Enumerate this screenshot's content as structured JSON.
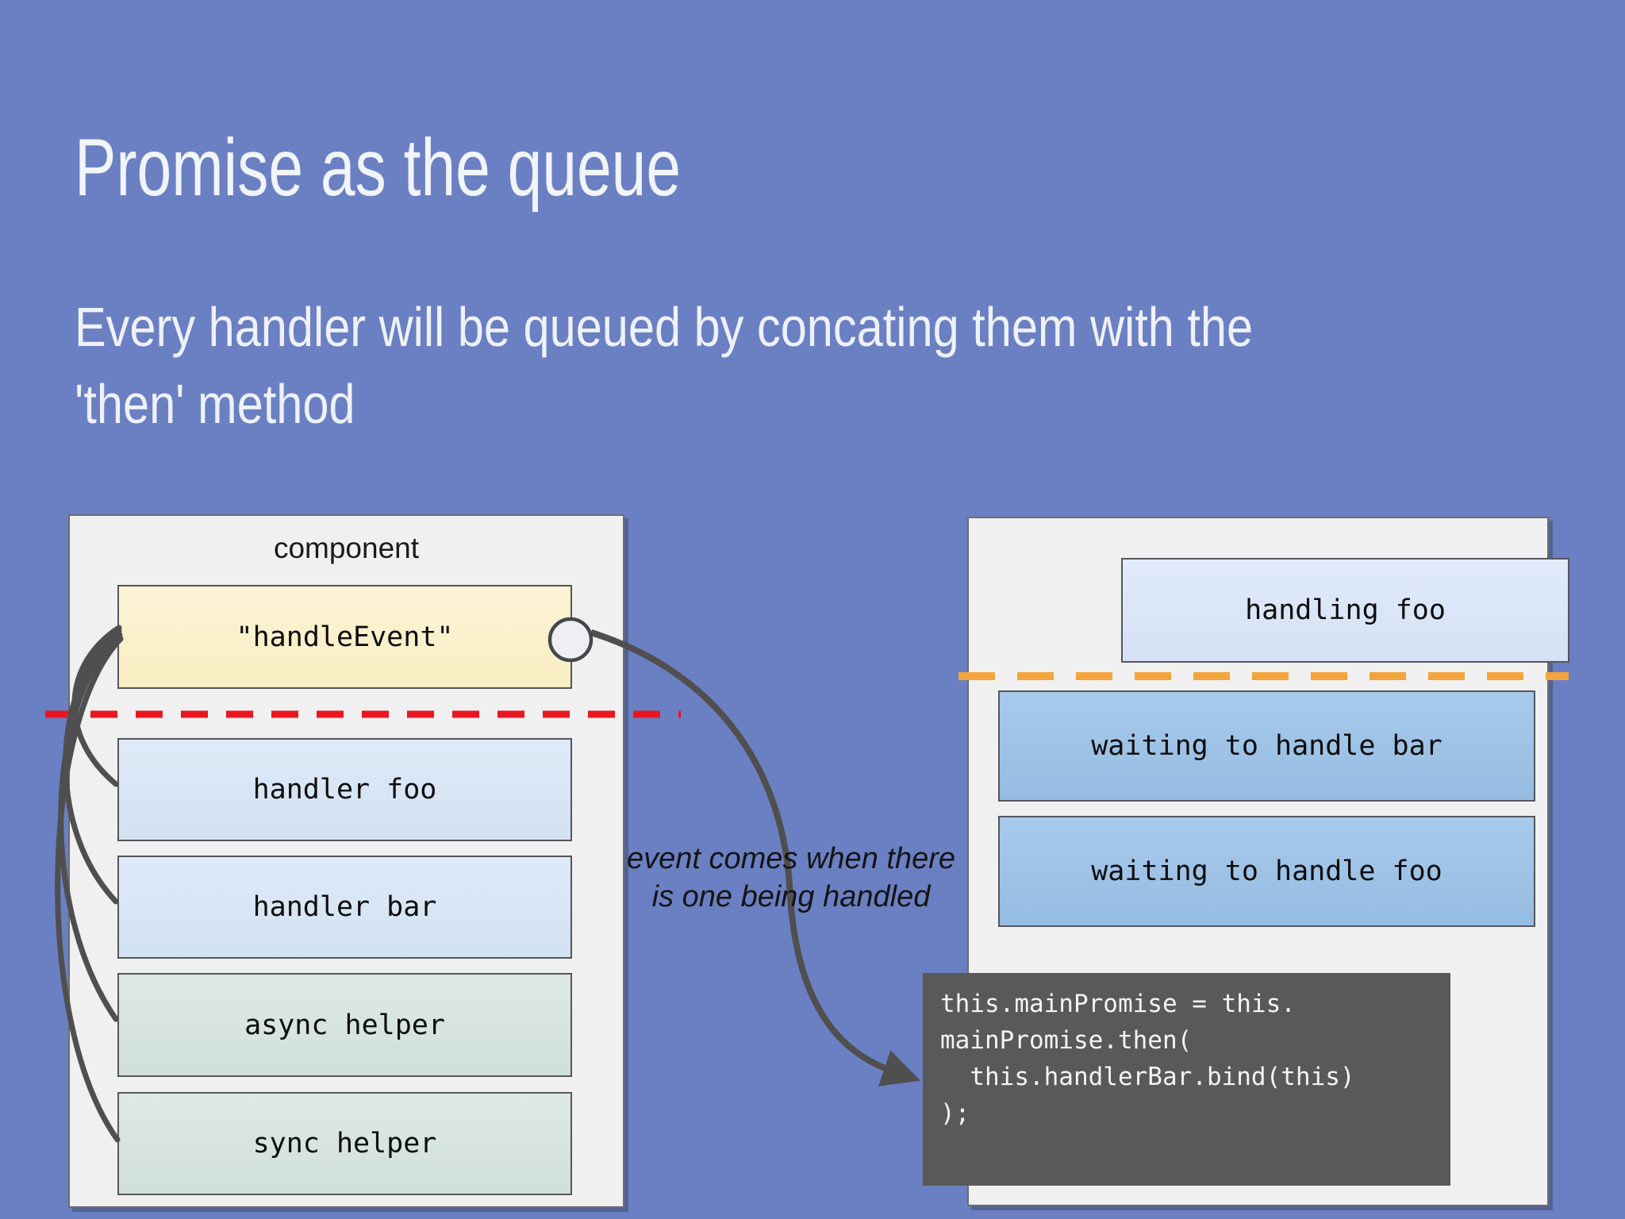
{
  "slide": {
    "title": "Promise as the queue",
    "subtitle_line1": "Every handler will be queued by concating them with the",
    "subtitle_line2": "'then' method"
  },
  "component_panel": {
    "label": "component",
    "event_box_label": "\"handleEvent\"",
    "handler_boxes": [
      "handler foo",
      "handler bar",
      "async helper",
      "sync helper"
    ]
  },
  "queue_panel": {
    "current_box_label": "handling foo",
    "queued_boxes": [
      "waiting to handle bar",
      "waiting to handle foo"
    ]
  },
  "annotation": {
    "lines": [
      "event comes when there",
      "is one being handled"
    ]
  },
  "code_block": {
    "lines": [
      "this.mainPromise = this.",
      "mainPromise.then(",
      "  this.handlerBar.bind(this)",
      ");"
    ]
  },
  "colors": {
    "background": "#6b80c3",
    "panel_bg": "#f0f0f0",
    "event_box": "#fbf0cc",
    "handler_box": "#d8e5f4",
    "helper_box": "#d6e2df",
    "current_box": "#dbe6f7",
    "queued_box": "#9dc3e6",
    "code_bg": "#595959",
    "divider_red": "#e9171f",
    "divider_orange": "#f4a43c",
    "connector_gray": "#4f4f4f"
  }
}
